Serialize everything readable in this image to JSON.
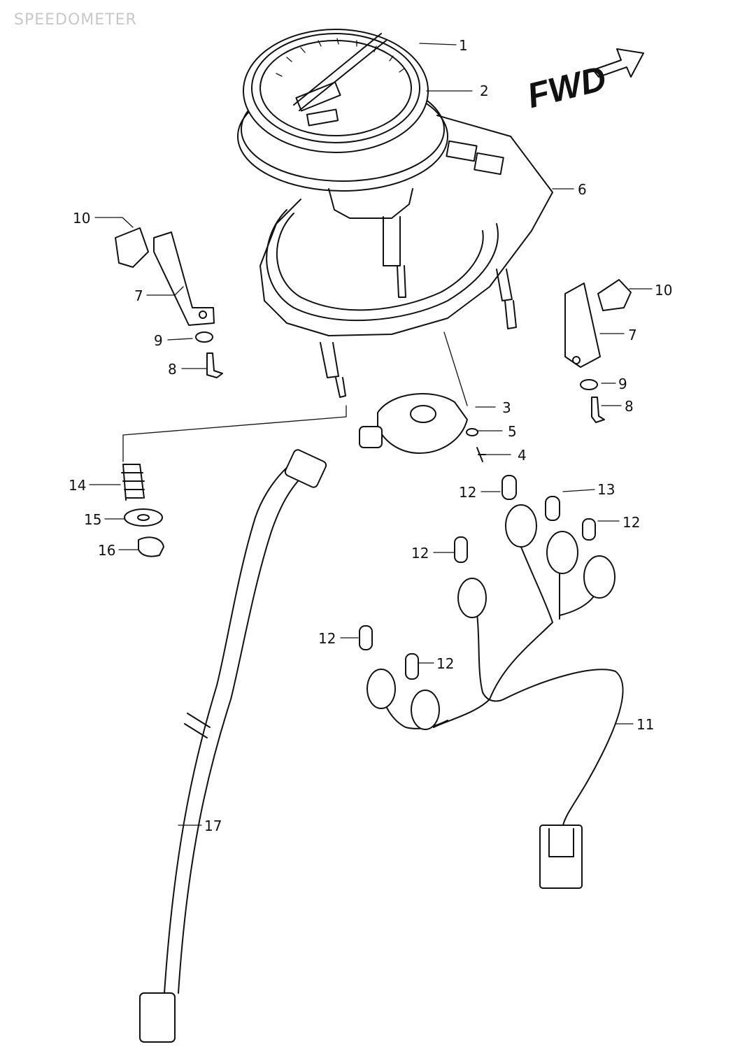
{
  "title": "SPEEDOMETER",
  "direction_label": "FWD",
  "callouts": [
    {
      "id": "c1",
      "text": "1"
    },
    {
      "id": "c2",
      "text": "2"
    },
    {
      "id": "c3",
      "text": "3"
    },
    {
      "id": "c4",
      "text": "4"
    },
    {
      "id": "c5",
      "text": "5"
    },
    {
      "id": "c6",
      "text": "6"
    },
    {
      "id": "c7a",
      "text": "7"
    },
    {
      "id": "c7b",
      "text": "7"
    },
    {
      "id": "c8a",
      "text": "8"
    },
    {
      "id": "c8b",
      "text": "8"
    },
    {
      "id": "c9a",
      "text": "9"
    },
    {
      "id": "c9b",
      "text": "9"
    },
    {
      "id": "c10a",
      "text": "10"
    },
    {
      "id": "c10b",
      "text": "10"
    },
    {
      "id": "c11",
      "text": "11"
    },
    {
      "id": "c12a",
      "text": "12"
    },
    {
      "id": "c12b",
      "text": "12"
    },
    {
      "id": "c12c",
      "text": "12"
    },
    {
      "id": "c12d",
      "text": "12"
    },
    {
      "id": "c12e",
      "text": "12"
    },
    {
      "id": "c13",
      "text": "13"
    },
    {
      "id": "c14",
      "text": "14"
    },
    {
      "id": "c15",
      "text": "15"
    },
    {
      "id": "c16",
      "text": "16"
    },
    {
      "id": "c17",
      "text": "17"
    }
  ]
}
